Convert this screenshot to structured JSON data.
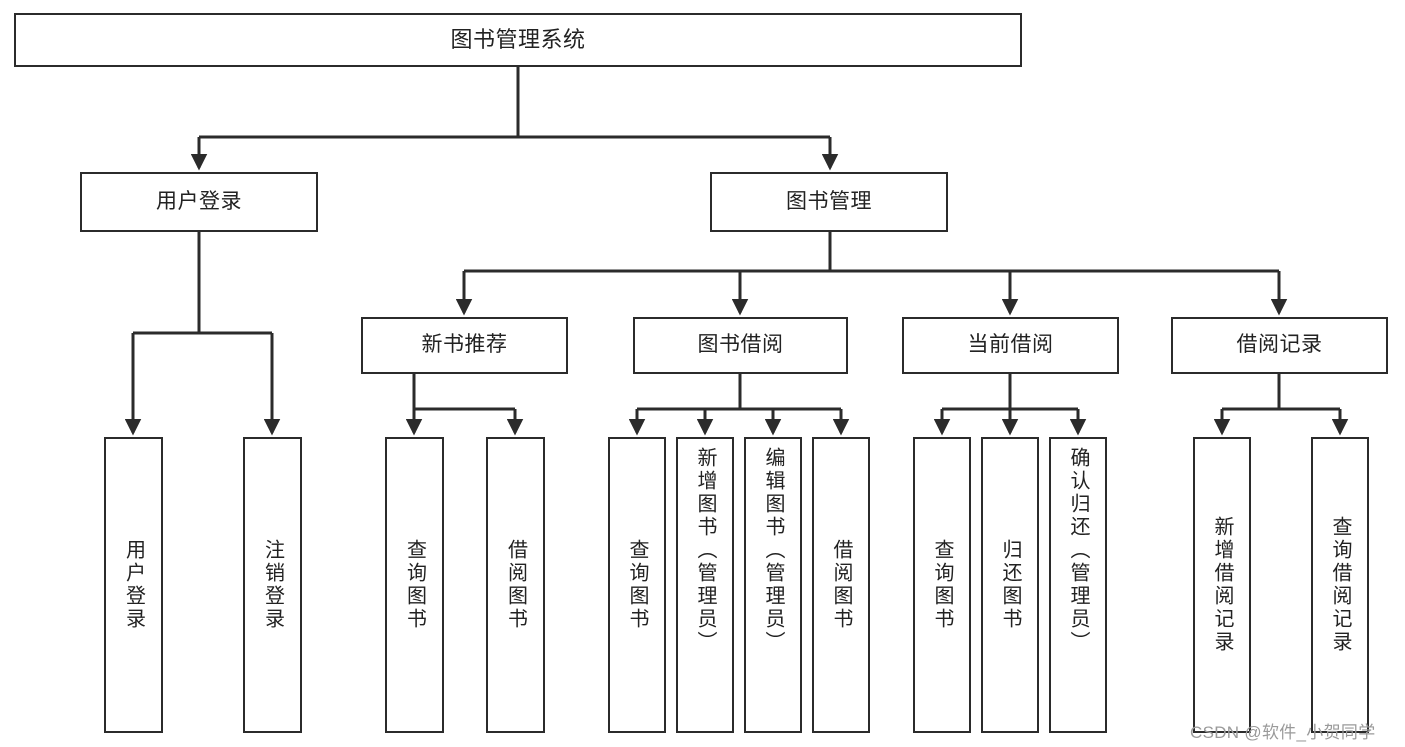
{
  "diagram": {
    "title": "图书管理系统",
    "type": "tree-hierarchy-chart",
    "root": {
      "label": "图书管理系统"
    },
    "level2": [
      {
        "label": "用户登录"
      },
      {
        "label": "图书管理"
      }
    ],
    "level3": [
      {
        "label": "新书推荐"
      },
      {
        "label": "图书借阅"
      },
      {
        "label": "当前借阅"
      },
      {
        "label": "借阅记录"
      }
    ],
    "leaves": {
      "user_login": [
        {
          "label": "用户登录"
        },
        {
          "label": "注销登录"
        }
      ],
      "new_book_recommend": [
        {
          "label": "查询图书"
        },
        {
          "label": "借阅图书"
        }
      ],
      "book_borrow": [
        {
          "label": "查询图书"
        },
        {
          "label": "新增图书（管理员）"
        },
        {
          "label": "编辑图书（管理员）"
        },
        {
          "label": "借阅图书"
        }
      ],
      "current_borrow": [
        {
          "label": "查询图书"
        },
        {
          "label": "归还图书"
        },
        {
          "label": "确认归还（管理员）"
        }
      ],
      "borrow_record": [
        {
          "label": "新增借阅记录"
        },
        {
          "label": "查询借阅记录"
        }
      ]
    }
  },
  "watermark": {
    "text": "CSDN @软件_小贺同学"
  },
  "colors": {
    "stroke": "#2b2b2b",
    "fill": "#ffffff",
    "text": "#222222",
    "watermark": "#9a9a9a"
  }
}
